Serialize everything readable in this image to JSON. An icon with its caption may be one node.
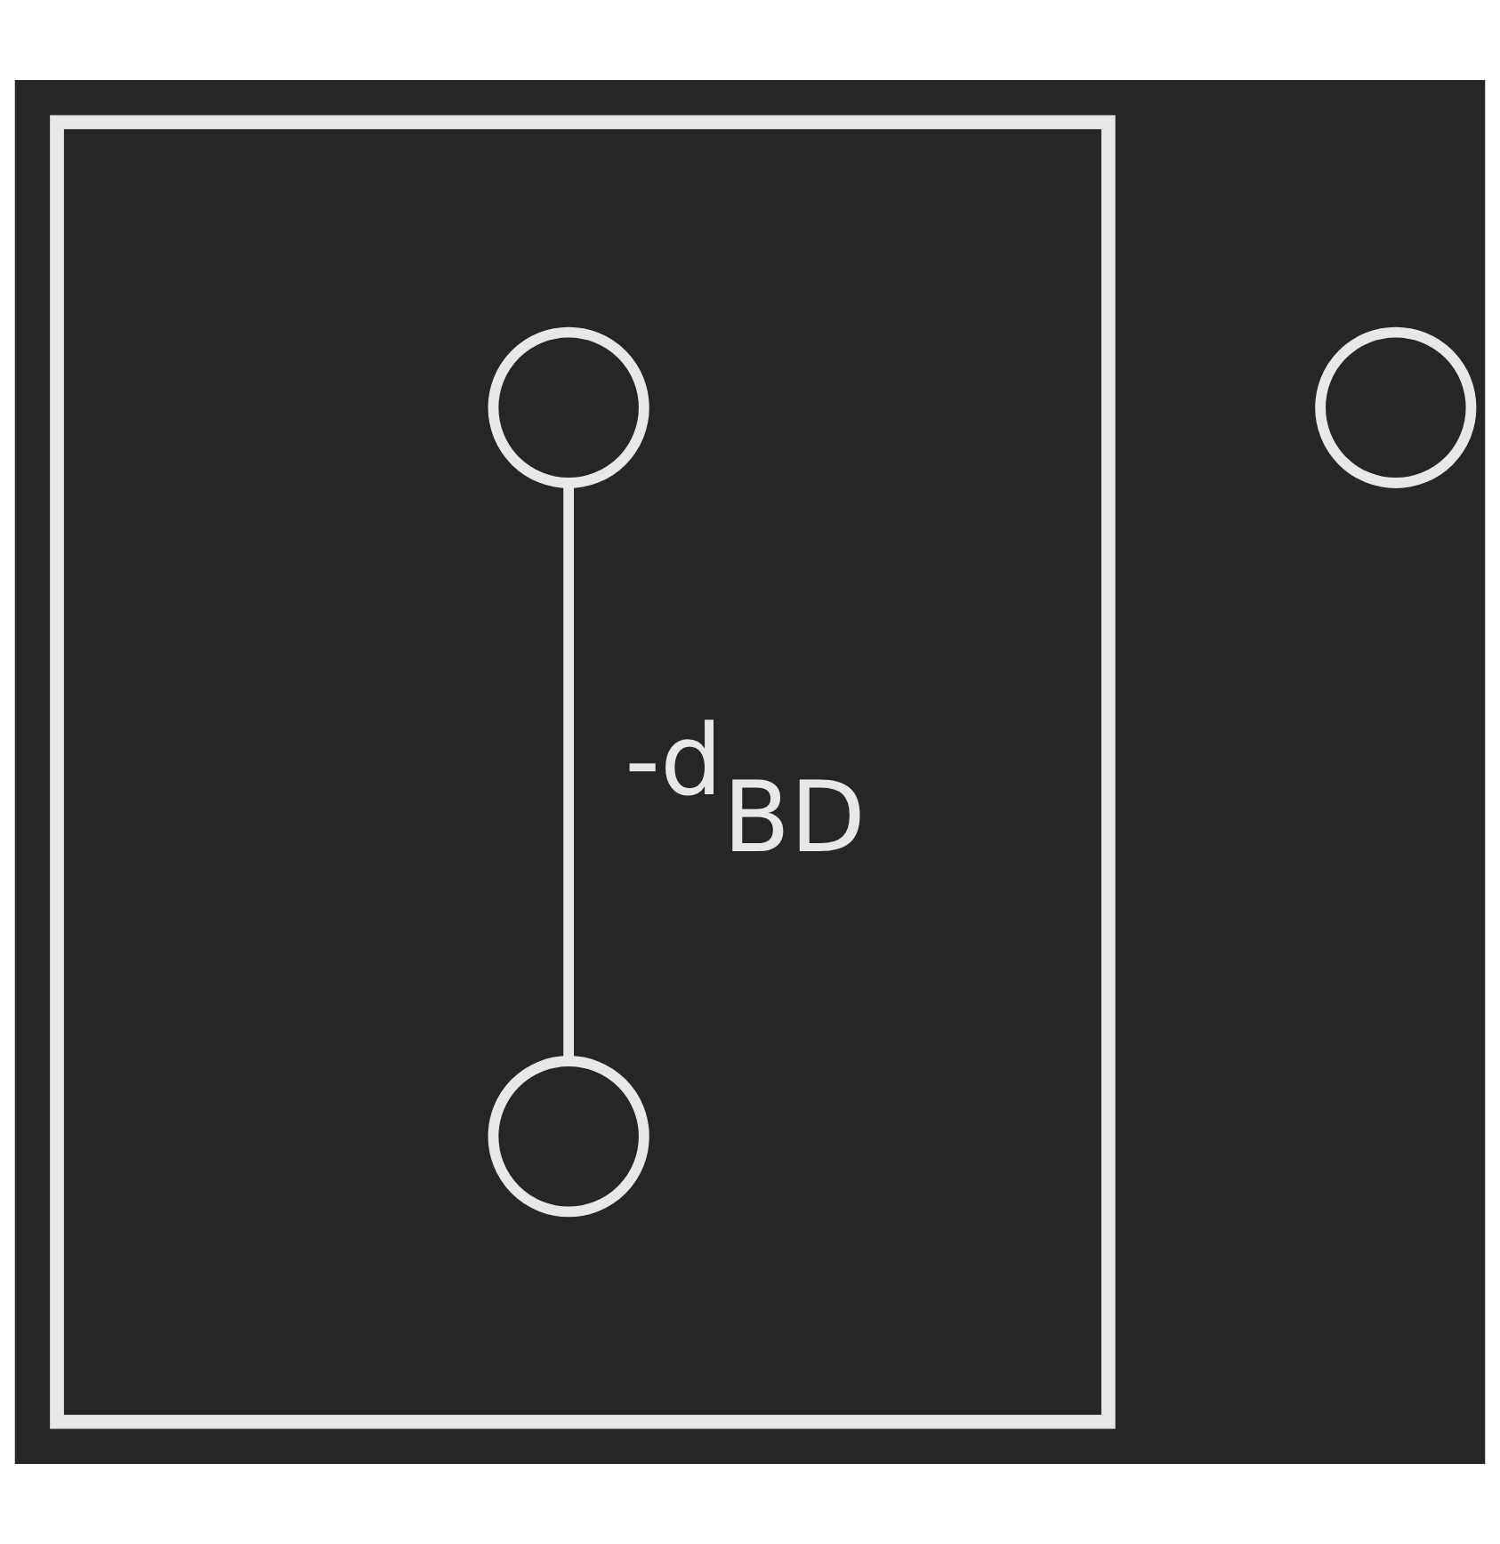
{
  "diagram": {
    "nodes": [
      {
        "text": [],
        "shape": "box"
      },
      {
        "text": [],
        "shape": "circle",
        "in": 0
      },
      {
        "text": [],
        "shape": "circle",
        "in": 0
      },
      {
        "text": [],
        "shape": "circle"
      }
    ],
    "edges": [
      {
        "from": 1,
        "to": 2,
        "arrow": "none",
        "label": "-d$_{BD}$"
      }
    ]
  }
}
